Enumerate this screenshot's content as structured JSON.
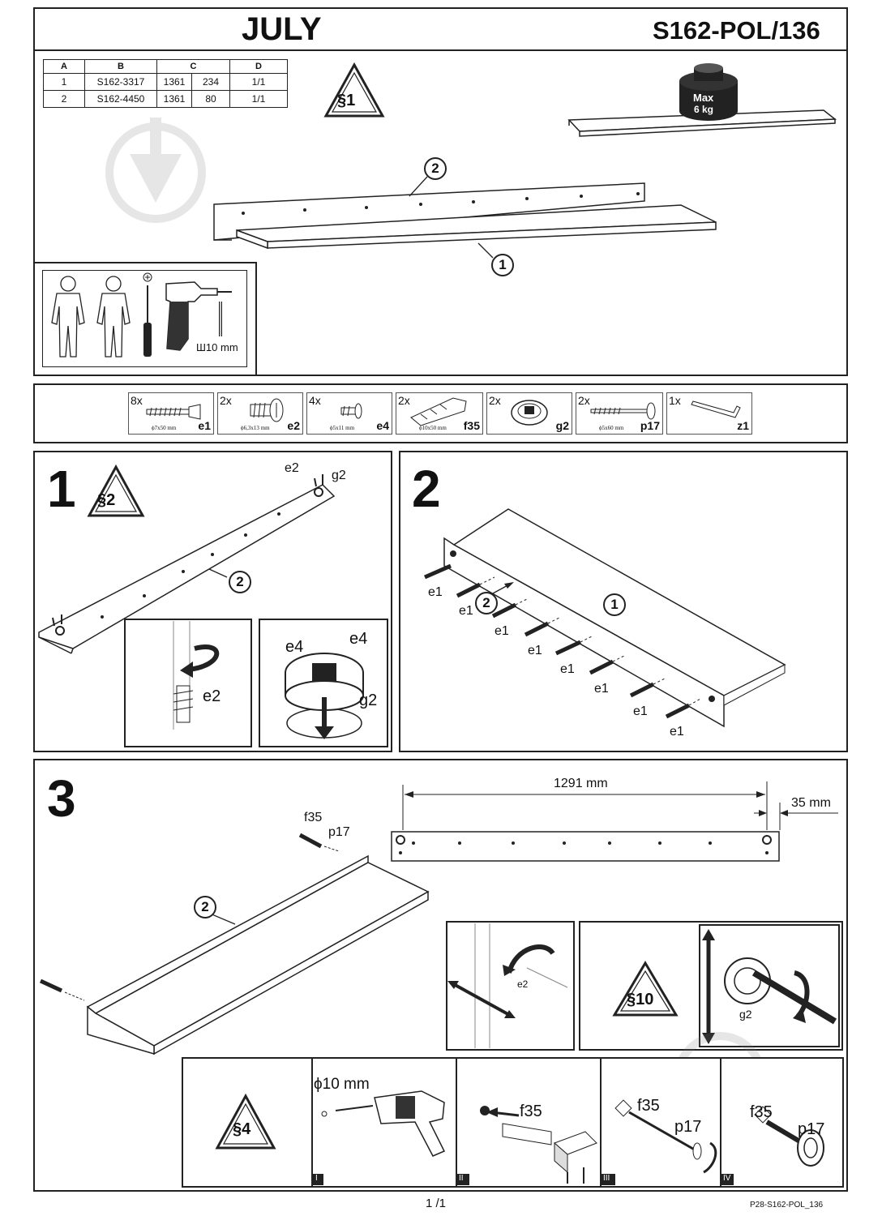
{
  "header": {
    "title": "JULY",
    "code": "S162-POL/136"
  },
  "parts_table": {
    "headers": [
      "A",
      "B",
      "C",
      "",
      "D"
    ],
    "rows": [
      {
        "a": "1",
        "b": "S162-3317",
        "c1": "1361",
        "c2": "234",
        "d": "1/1"
      },
      {
        "a": "2",
        "b": "S162-4450",
        "c1": "1361",
        "c2": "80",
        "d": "1/1"
      }
    ]
  },
  "warnings": {
    "s1": "§1",
    "s2": "§2",
    "s4": "§4",
    "s10": "§10"
  },
  "max_load": {
    "line1": "Max",
    "line2": "6 kg"
  },
  "part_numbers": {
    "one": "1",
    "two": "2"
  },
  "tools": {
    "drill_bit": "Ш10 mm"
  },
  "hardware": [
    {
      "qty": "8x",
      "dim": "ϕ7x50 mm",
      "code": "e1"
    },
    {
      "qty": "2x",
      "dim": "ϕ6,3x13 mm",
      "code": "e2"
    },
    {
      "qty": "4x",
      "dim": "ϕ5x11 mm",
      "code": "e4"
    },
    {
      "qty": "2x",
      "dim": "ϕ10x50 mm",
      "code": "f35"
    },
    {
      "qty": "2x",
      "dim": "",
      "code": "g2"
    },
    {
      "qty": "2x",
      "dim": "ϕ5x60 mm",
      "code": "p17"
    },
    {
      "qty": "1x",
      "dim": "",
      "code": "z1"
    }
  ],
  "steps": {
    "s1": "1",
    "s2": "2",
    "s3": "3"
  },
  "labels": {
    "e1": "e1",
    "e2": "e2",
    "e4": "e4",
    "g2": "g2",
    "f35": "f35",
    "p17": "p17"
  },
  "dimensions": {
    "width": "1291 mm",
    "offset": "35 mm",
    "drill": "ϕ10 mm"
  },
  "sub_steps": [
    "I",
    "II",
    "III",
    "IV"
  ],
  "footer": {
    "page": "1 /1",
    "doc": "P28-S162-POL_136"
  }
}
